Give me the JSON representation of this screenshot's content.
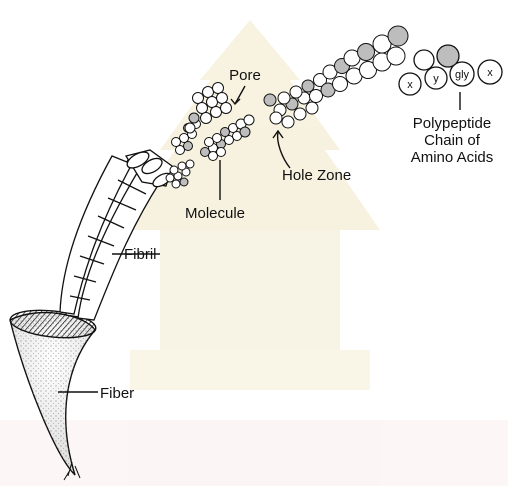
{
  "labels": {
    "pore": "Pore",
    "hole_zone": "Hole Zone",
    "molecule": "Molecule",
    "fibril": "Fibril",
    "fiber": "Fiber",
    "polypeptide_line1": "Polypeptide",
    "polypeptide_line2": "Chain of",
    "polypeptide_line3": "Amino Acids"
  },
  "amino_acids": [
    "x",
    "y",
    "gly",
    "x"
  ],
  "colors": {
    "ink": "#111111",
    "watermark": "#e9dfb0",
    "bead_gray": "#bdbdbd",
    "bead_white": "#ffffff",
    "fiber_stipple": "#6f6f6f"
  }
}
